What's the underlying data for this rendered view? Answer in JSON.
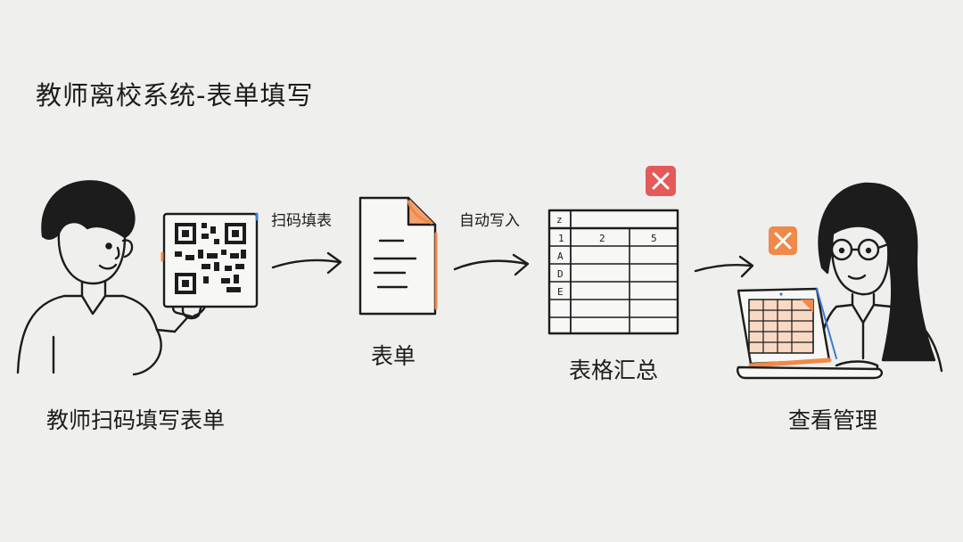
{
  "diagram": {
    "title": "教师离校系统-表单填写",
    "steps": [
      {
        "id": "teacher",
        "label": "教师扫码填写表单"
      },
      {
        "id": "form",
        "label": "表单"
      },
      {
        "id": "sheet",
        "label": "表格汇总"
      },
      {
        "id": "admin",
        "label": "查看管理"
      }
    ],
    "arrows": [
      {
        "from": "teacher",
        "to": "form",
        "label": "扫码填表"
      },
      {
        "from": "form",
        "to": "sheet",
        "label": "自动写入"
      },
      {
        "from": "sheet",
        "to": "admin",
        "label": ""
      }
    ],
    "sheet_grid": {
      "header_row": [
        "z",
        "",
        ""
      ],
      "column_headers": [
        "1",
        "2",
        "5"
      ],
      "row_labels": [
        "A",
        "D",
        "E"
      ]
    },
    "colors": {
      "background": "#efefed",
      "ink": "#1c1c1c",
      "accent_orange": "#ef8a4a",
      "close_red": "#e45a5a",
      "close_orange": "#ef8a4a",
      "accent_blue": "#3a7bd5"
    },
    "icons": [
      "qr-code-icon",
      "phone-icon",
      "document-icon",
      "spreadsheet-icon",
      "close-icon",
      "laptop-icon"
    ]
  }
}
